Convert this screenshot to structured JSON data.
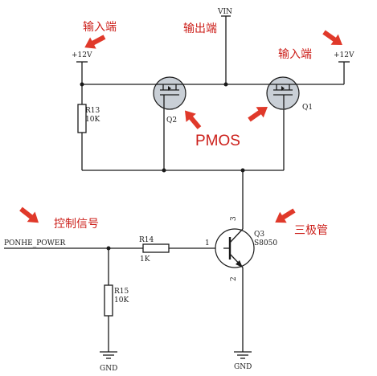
{
  "supply_label": "+12V",
  "vin_label": "VIN",
  "ground_label": "GND",
  "signal_net": "PONHE_POWER",
  "colors": {
    "annotation": "#cc1f1a",
    "arrow": "#e0392a",
    "wire": "#1a1a1a",
    "mosfet_fill": "#c9cfd6"
  },
  "annotations": {
    "input_left": "输入端",
    "output": "输出端",
    "input_right": "输入端",
    "pmos": "PMOS",
    "control": "控制信号",
    "transistor": "三极管"
  },
  "components": {
    "r13": {
      "ref": "R13",
      "value": "10K"
    },
    "r14": {
      "ref": "R14",
      "value": "1K"
    },
    "r15": {
      "ref": "R15",
      "value": "10K"
    },
    "q1": {
      "ref": "Q1"
    },
    "q2": {
      "ref": "Q2"
    },
    "q3": {
      "ref": "Q3",
      "part": "S8050"
    }
  },
  "pins": {
    "q3_base": "1",
    "q3_collector": "3",
    "q3_emitter": "2"
  }
}
